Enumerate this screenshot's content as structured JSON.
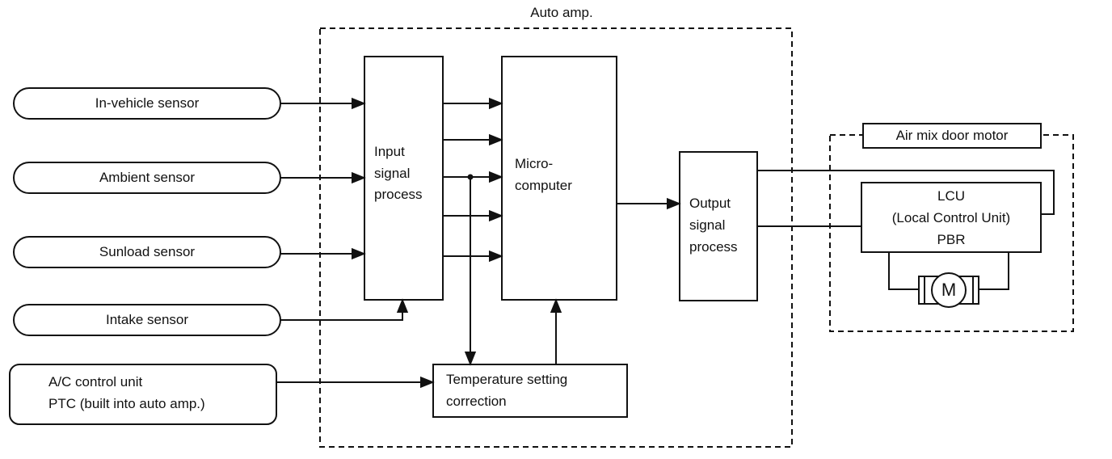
{
  "auto_amp": {
    "title": "Auto amp."
  },
  "sensors": {
    "in_vehicle": "In-vehicle sensor",
    "ambient": "Ambient sensor",
    "sunload": "Sunload sensor",
    "intake": "Intake sensor",
    "ac_unit_line1": "A/C control unit",
    "ac_unit_line2": "PTC (built into auto amp.)"
  },
  "blocks": {
    "input_line1": "Input",
    "input_line2": "signal",
    "input_line3": "process",
    "micro_line1": "Micro-",
    "micro_line2": "computer",
    "output_line1": "Output",
    "output_line2": "signal",
    "output_line3": "process",
    "temp_line1": "Temperature setting",
    "temp_line2": "correction"
  },
  "motor_group": {
    "title": "Air mix door motor",
    "lcu_line1": "LCU",
    "lcu_line2": "(Local Control Unit)",
    "lcu_line3": "PBR",
    "motor_symbol": "M"
  }
}
